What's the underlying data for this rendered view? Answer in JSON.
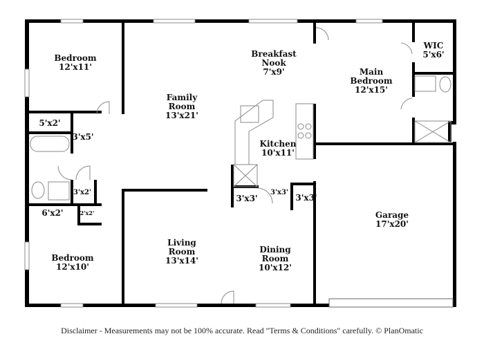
{
  "rooms": {
    "bedroom_top": {
      "name": "Bedroom",
      "size": "12'x11'"
    },
    "closet_5x2": {
      "size": "5'x2'"
    },
    "closet_3x5": {
      "size": "3'x5'"
    },
    "closet_3x2": {
      "size": "3'x2'"
    },
    "closet_6x2": {
      "size": "6'x2'"
    },
    "closet_2x2": {
      "size": "2'x2'"
    },
    "bedroom_bottom": {
      "name": "Bedroom",
      "size": "12'x10'"
    },
    "family_room": {
      "name": "Family Room",
      "size": "13'x21'"
    },
    "living_room": {
      "name": "Living Room",
      "size": "13'x14'"
    },
    "breakfast_nook": {
      "name": "Breakfast Nook",
      "size": "7'x9'"
    },
    "kitchen": {
      "name": "Kitchen",
      "size": "10'x11'"
    },
    "pantry_3x3": {
      "size": "3'x3'"
    },
    "hall_3x3": {
      "size": "3'x3'"
    },
    "closet_garage_3x3": {
      "size": "3'x3'"
    },
    "dining_room": {
      "name": "Dining Room",
      "size": "10'x12'"
    },
    "main_bedroom": {
      "name": "Main Bedroom",
      "size": "12'x15'"
    },
    "wic": {
      "name": "WIC",
      "size": "5'x6'"
    },
    "garage": {
      "name": "Garage",
      "size": "17'x20'"
    }
  },
  "disclaimer": "Disclaimer - Measurements may not be 100% accurate. Read \"Terms & Conditions\" carefully. © PlanOmatic"
}
